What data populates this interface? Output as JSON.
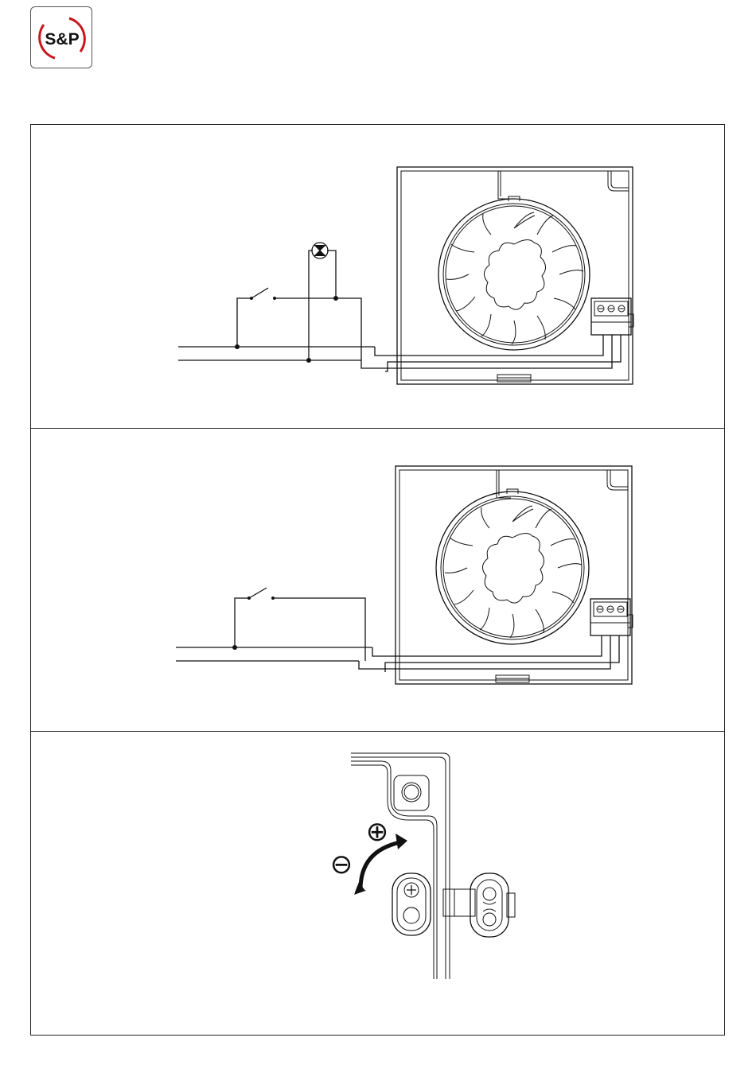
{
  "brand": {
    "logo_text": "S&P",
    "accent_color": "#c8161d",
    "ink_color": "#111111"
  },
  "diagrams": [
    {
      "id": "wiring-with-light-switch",
      "fan_terminals": 3,
      "has_lamp": true
    },
    {
      "id": "wiring-with-switch",
      "fan_terminals": 3,
      "has_lamp": false
    },
    {
      "id": "timer-adjustment",
      "increase_symbol": "⊕",
      "decrease_symbol": "⊖"
    }
  ]
}
